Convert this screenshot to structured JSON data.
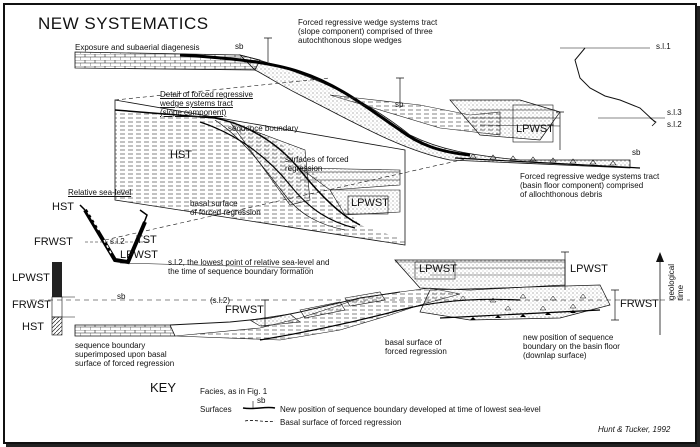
{
  "title": "NEW SYSTEMATICS",
  "labels": {
    "exposure": "Exposure and subaerial diagenesis",
    "sb": "sb",
    "forced_slope": "Forced regressive wedge systems tract\n(slope component) comprised of three\nautochthonous slope wedges",
    "detail": "Detail of forced regressive\nwedge systems tract\n(slope component)",
    "sequence_boundary": "sequence boundary",
    "hst": "HST",
    "surfaces_forced": "surfaces of forced\nregression",
    "basal_surface_forced": "basal surface\nof forced regression",
    "lpwst": "LPWST",
    "forced_basin": "Forced regressive wedge systems tract\n(basin floor component) comprised\nof allochthonous debris",
    "sl1": "s.l.1",
    "sl2": "s.l.2",
    "sl3": "s.l.3",
    "relative_sea_level": "Relative sea-level",
    "frwst": "FRWST",
    "tst": "TST",
    "sl2_lowest": "s.l.2, the lowest point of relative sea-level and\nthe time of sequence boundary formation",
    "sl2_paren": "(s.l.2)",
    "geological_time": "geological\ntime",
    "seq_superimposed": "sequence boundary\nsuperimposed upon basal\nsurface of forced regression",
    "basal_surface_lower": "basal surface of\nforced regression",
    "new_position": "new position of sequence\nboundary on the basin floor\n(downlap surface)"
  },
  "key": {
    "title": "KEY",
    "facies": "Facies, as in Fig. 1",
    "surfaces": "Surfaces",
    "sb_mark": "sb",
    "sb_desc": "New position of sequence boundary developed at time of lowest sea-level",
    "basal_desc": "Basal surface of forced regression"
  },
  "credit": "Hunt & Tucker, 1992"
}
